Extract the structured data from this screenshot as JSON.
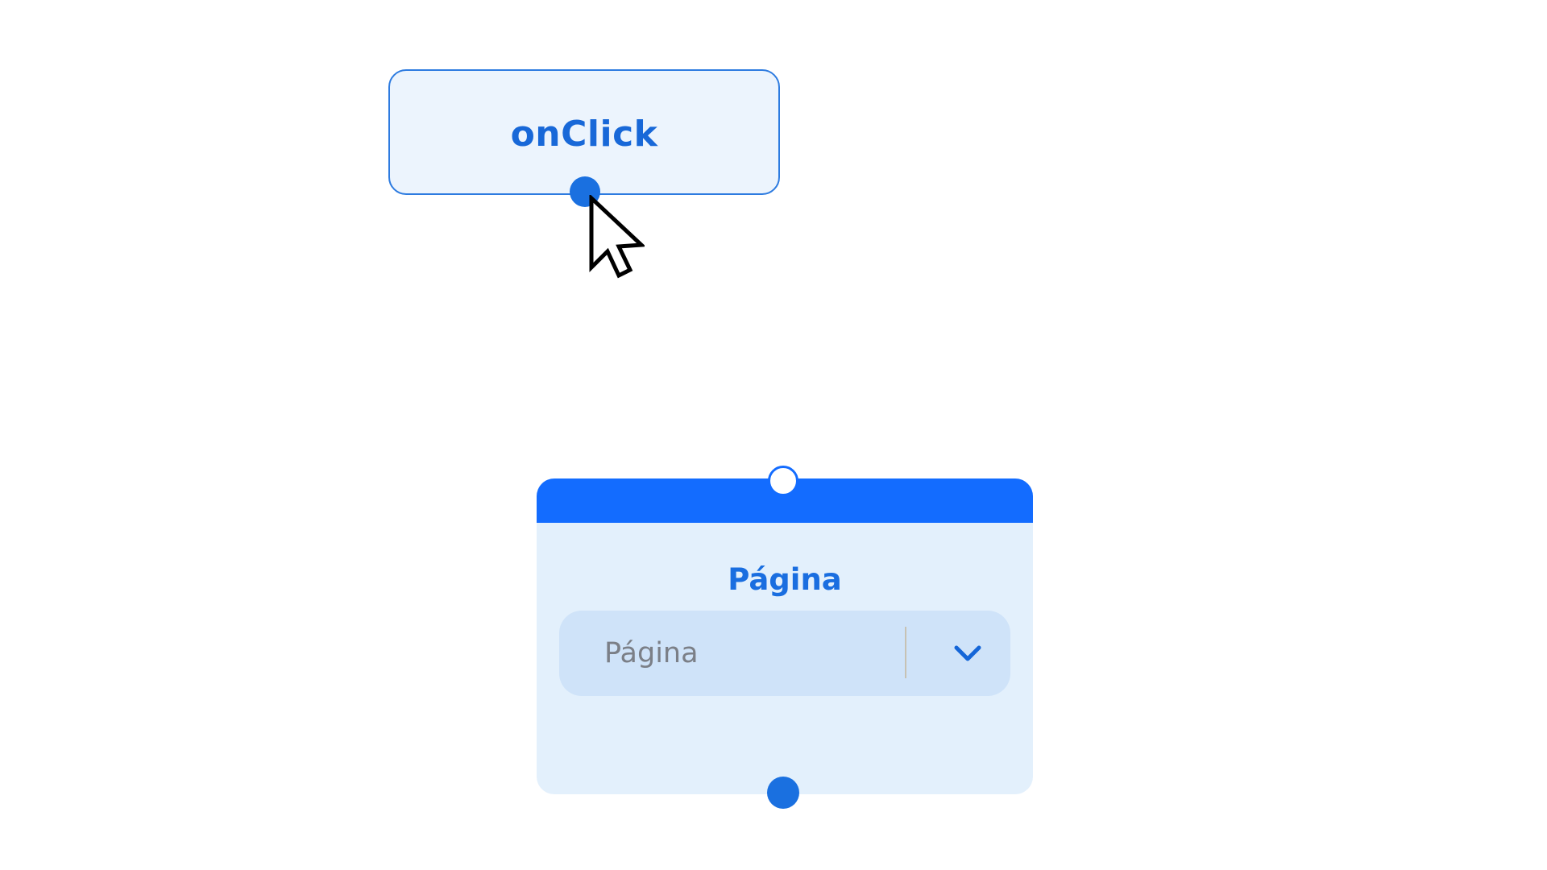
{
  "trigger_node": {
    "label": "onClick"
  },
  "action_node": {
    "title": "Página",
    "select": {
      "value": "Página",
      "icon": "chevron-down-icon"
    }
  },
  "cursor": {
    "icon": "arrow-cursor-icon"
  },
  "colors": {
    "accent": "#136cff",
    "trigger_border": "#2d7be0",
    "node_background": "#e3f0fc",
    "select_background": "#cfe3f9",
    "label_text": "#1a6ee0",
    "placeholder_text": "#7b7f87"
  }
}
